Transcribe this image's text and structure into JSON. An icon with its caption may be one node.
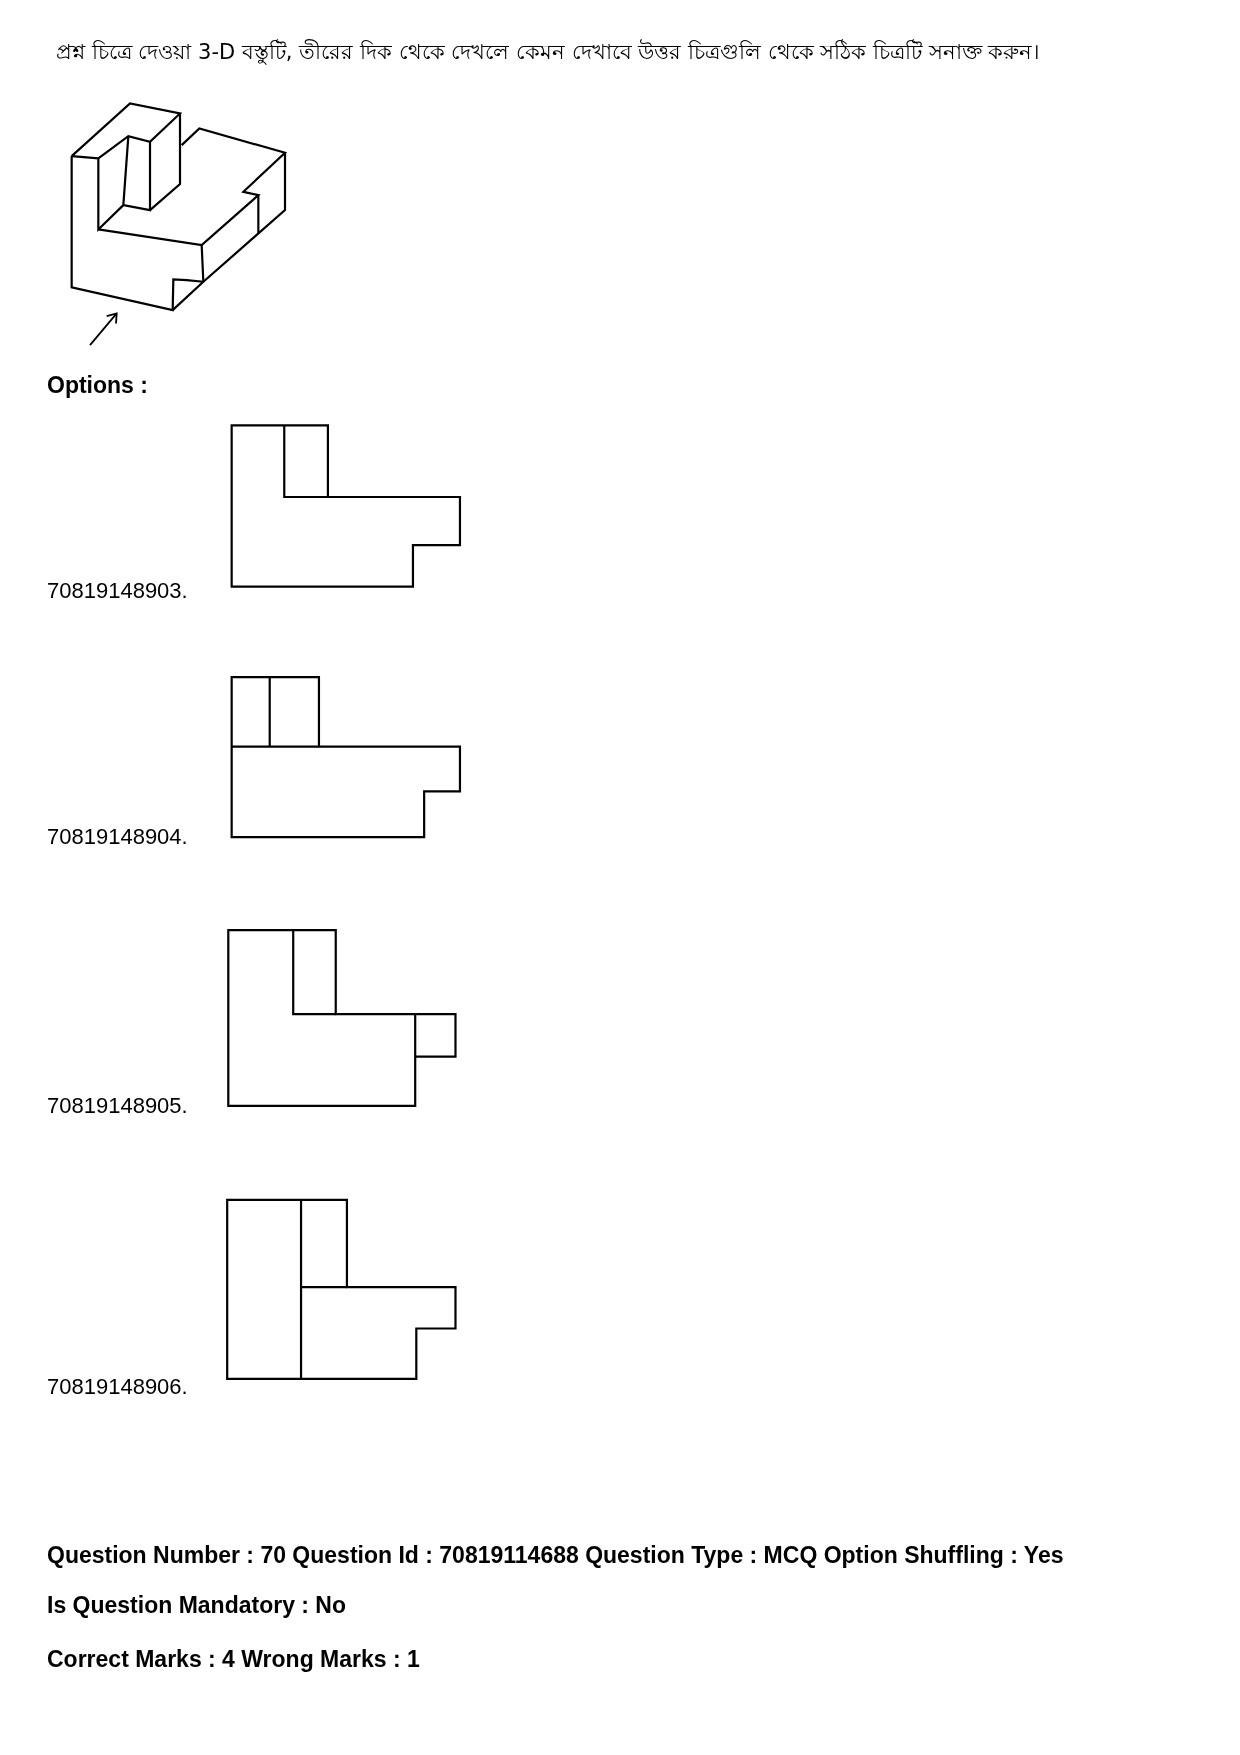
{
  "diagram": {
    "title": "প্রশ্ন চিত্রে দেওয়া 3-D বস্তুটি, তীরের দিক থেকে দেখলে কেমন দেখাবে উত্তর চিত্রগুলি থেকে সঠিক চিত্রটি সনাক্ত করুন।",
    "labels": [
      "Options :",
      "70819148903.",
      "70819148904.",
      "70819148905.",
      "70819148906.",
      "Question Number : 70 Question Id : 70819114688 Question Type : MCQ Option Shuffling : Yes",
      "Is Question Mandatory : No",
      "Correct Marks : 4 Wrong Marks : 1"
    ]
  }
}
